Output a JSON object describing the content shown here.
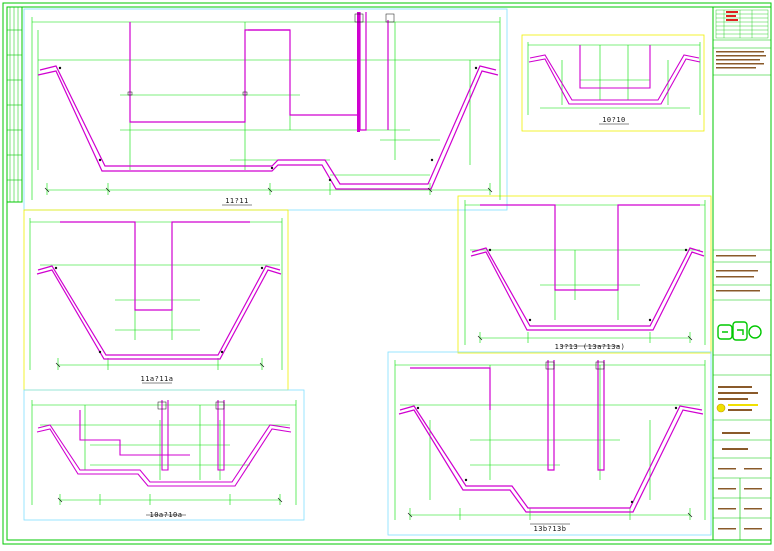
{
  "colors": {
    "frame": "#00c800",
    "dim": "#00e000",
    "section": "#d000d0",
    "viewport_yellow": "#f0f000",
    "viewport_cyan": "#80e0ff",
    "red_note": "#e02020",
    "brown_text": "#8a5a2a",
    "text": "#111111"
  },
  "sections": [
    {
      "id": "s1",
      "label": "11?11"
    },
    {
      "id": "s2",
      "label": "10?10"
    },
    {
      "id": "s3",
      "label": "11a?11a"
    },
    {
      "id": "s4",
      "label": "13?13 (13a?13a)"
    },
    {
      "id": "s5",
      "label": "10a?10a"
    },
    {
      "id": "s6",
      "label": "13b?13b"
    }
  ]
}
